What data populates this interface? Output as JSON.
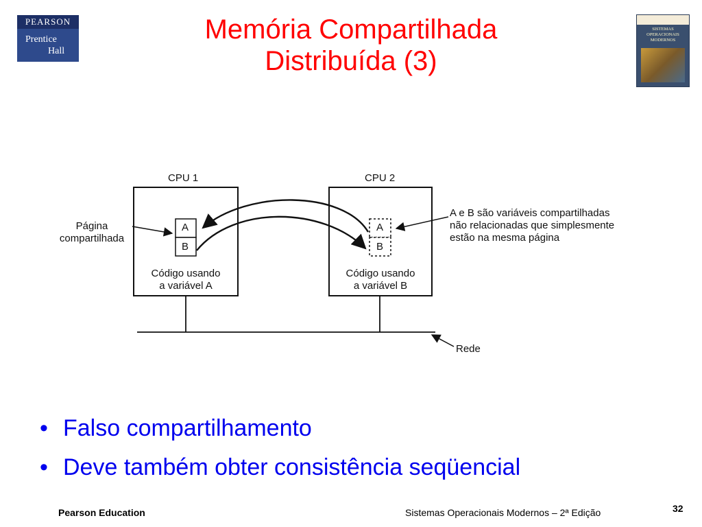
{
  "logo": {
    "brand": "PEARSON",
    "line1": "Prentice",
    "line2": "Hall"
  },
  "book_cover": {
    "title": "SISTEMAS OPERACIONAIS MODERNOS"
  },
  "title": {
    "line1": "Memória Compartilhada",
    "line2": "Distribuída (3)"
  },
  "diagram": {
    "cpu1_label": "CPU 1",
    "cpu2_label": "CPU 2",
    "cell_a": "A",
    "cell_b": "B",
    "cpu1_caption_line1": "Código usando",
    "cpu1_caption_line2": "a variável A",
    "cpu2_caption_line1": "Código usando",
    "cpu2_caption_line2": "a variável B",
    "shared_page_line1": "Página",
    "shared_page_line2": "compartilhada",
    "note_line1": "A e B são variáveis compartilhadas",
    "note_line2": "não relacionadas que simplesmente",
    "note_line3": "estão na mesma página",
    "network_label": "Rede"
  },
  "bullets": [
    {
      "marker": "•",
      "text": "Falso compartilhamento"
    },
    {
      "marker": "•",
      "text": "Deve também obter consistência seqüencial"
    }
  ],
  "footer": {
    "left": "Pearson Education",
    "right": "Sistemas Operacionais Modernos – 2ª Edição",
    "page_number": "32"
  },
  "colors": {
    "title": "#ff0000",
    "bullets": "#0000ee",
    "logo": "#2e4a8c"
  }
}
